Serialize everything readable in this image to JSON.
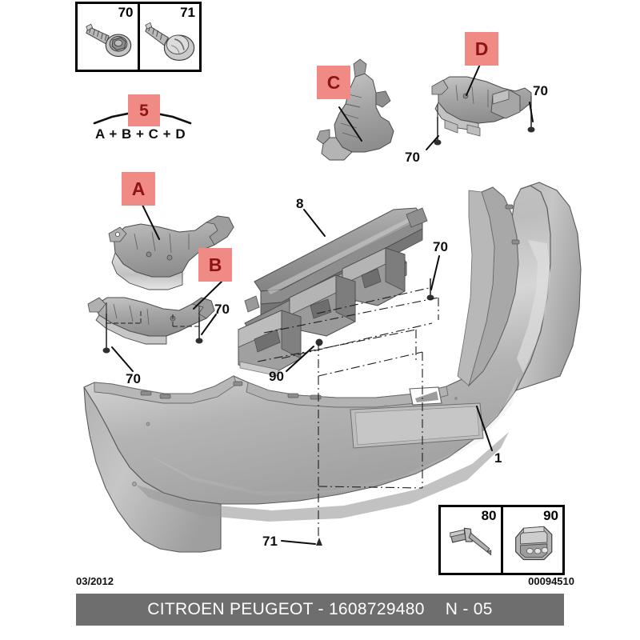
{
  "document": {
    "date": "03/2012",
    "reference_number": "00094510",
    "title_brand": "CITROEN PEUGEOT - 1608729480",
    "title_code": "N - 05"
  },
  "kit": {
    "label": "5",
    "formula": "A + B + C + D"
  },
  "detail_boxes": {
    "top": {
      "cells": [
        {
          "number": "70",
          "icon": "screw-hex-flange-icon"
        },
        {
          "number": "71",
          "icon": "screw-dome-head-icon"
        }
      ]
    },
    "bottom": {
      "cells": [
        {
          "number": "80",
          "icon": "rivet-pin-icon"
        },
        {
          "number": "90",
          "icon": "clip-fastener-icon"
        }
      ]
    }
  },
  "bracket_labels": [
    {
      "id": "A",
      "label": "A"
    },
    {
      "id": "B",
      "label": "B"
    },
    {
      "id": "C",
      "label": "C"
    },
    {
      "id": "D",
      "label": "D"
    }
  ],
  "callouts": [
    {
      "id": "c70-d",
      "label": "70"
    },
    {
      "id": "c70-c",
      "label": "70"
    },
    {
      "id": "c8",
      "label": "8"
    },
    {
      "id": "c70-center",
      "label": "70"
    },
    {
      "id": "c70-b",
      "label": "70"
    },
    {
      "id": "c70-left",
      "label": "70"
    },
    {
      "id": "c90",
      "label": "90"
    },
    {
      "id": "c1",
      "label": "1"
    },
    {
      "id": "c71",
      "label": "71"
    }
  ],
  "colors": {
    "label_box": "#f08a84",
    "label_text": "#8d1410",
    "titlebar_bg": "#6e6e6e",
    "line": "#0d0d0d",
    "part_light": "#d0d0d0",
    "part_mid": "#aeaeae",
    "part_dark": "#8a8a8a"
  }
}
